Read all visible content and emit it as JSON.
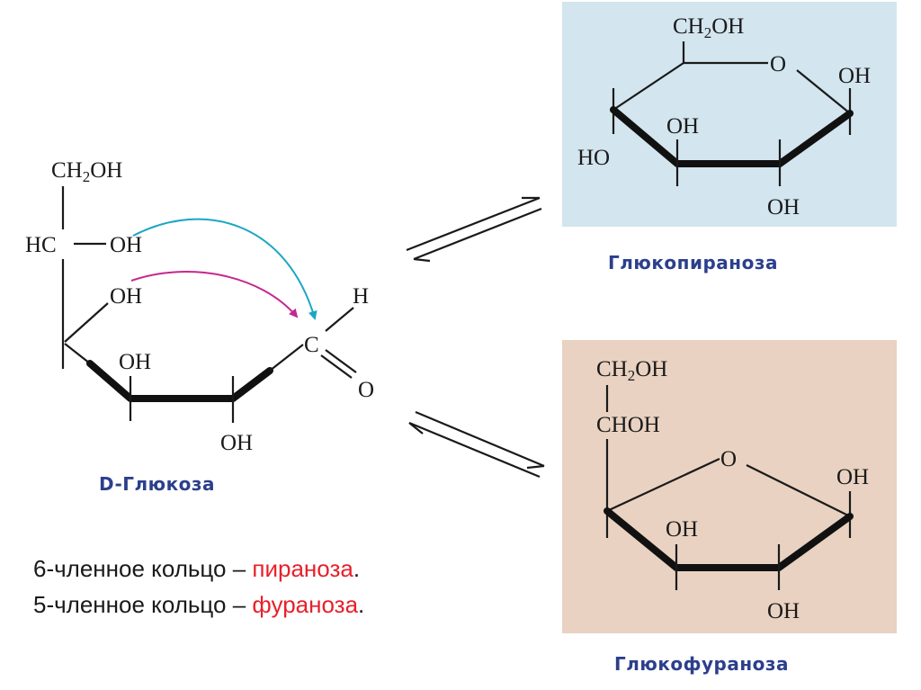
{
  "colors": {
    "pyranose_panel": "#d3e5ef",
    "furanose_panel": "#e9d2c1",
    "caption": "#2b3f8c",
    "arrow_teal": "#1ba6c4",
    "arrow_magenta": "#c4288f",
    "highlight": "#e8202a"
  },
  "open_chain": {
    "caption": "D-Глюкоза",
    "ch2": "CH",
    "sub2": "2",
    "oh": "OH",
    "hc": "HC",
    "h": "H",
    "c": "C",
    "o": "O"
  },
  "pyranose": {
    "caption": "Глюкопираноза",
    "ch2": "CH",
    "sub2": "2",
    "oh": "OH",
    "ho": "HO",
    "o": "O"
  },
  "furanose": {
    "caption": "Глюкофураноза",
    "ch2": "CH",
    "sub2": "2",
    "choh": "CHOH",
    "oh": "OH",
    "o": "O"
  },
  "notes": {
    "line1_prefix": "6-членное кольцо – ",
    "line1_term": "пираноза",
    "line2_prefix": "5-членное кольцо – ",
    "line2_term": "фураноза",
    "dot": "."
  }
}
